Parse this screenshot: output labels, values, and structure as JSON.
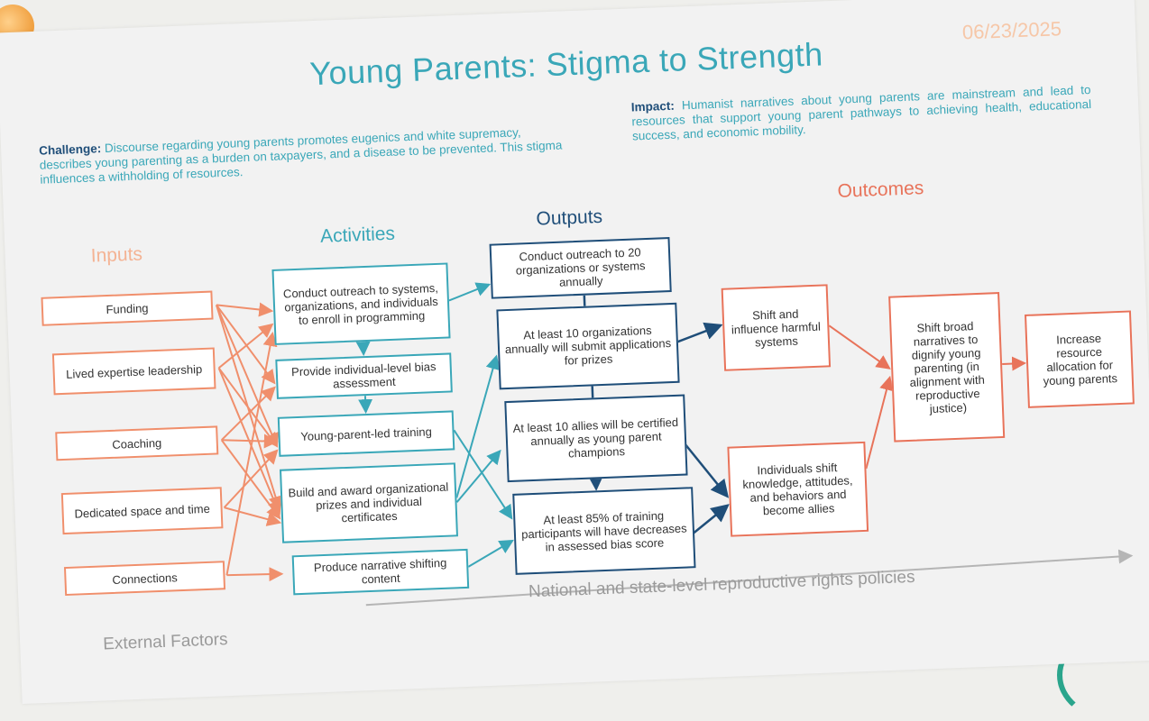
{
  "date": "06/23/2025",
  "title": "Young Parents: Stigma to Strength",
  "challenge": {
    "label": "Challenge:",
    "text": " Discourse regarding young parents promotes eugenics and white supremacy, describes young parenting as a burden on taxpayers, and a disease to be prevented. This stigma influences a withholding of resources."
  },
  "impact": {
    "label": "Impact:",
    "text": " Humanist narratives about young parents are mainstream and lead to resources that support young parent pathways to achieving health, educational success, and economic mobility."
  },
  "headers": {
    "inputs": "Inputs",
    "activities": "Activities",
    "outputs": "Outputs",
    "outcomes": "Outcomes"
  },
  "inputs": [
    "Funding",
    "Lived expertise leadership",
    "Coaching",
    "Dedicated space and time",
    "Connections"
  ],
  "activities": [
    "Conduct outreach to systems, organizations, and individuals to enroll in programming",
    "Provide individual-level bias assessment",
    "Young-parent-led training",
    "Build and award organizational prizes and individual certificates",
    "Produce narrative shifting content"
  ],
  "outputs": [
    "Conduct outreach to 20 organizations or systems annually",
    "At least 10 organizations annually will submit applications for prizes",
    "At least 10 allies will be certified annually as young parent champions",
    "At least 85% of training participants will have decreases in assessed bias score"
  ],
  "outcomes": {
    "systems": "Shift and influence harmful systems",
    "individuals": "Individuals shift knowledge, attitudes, and behaviors and become allies",
    "narratives": "Shift broad narratives to dignify young parenting (in alignment with reproductive justice)",
    "resources": "Increase resource allocation for young parents"
  },
  "external_factors": "External Factors",
  "policy_note": "National and state-level reproductive rights policies",
  "colors": {
    "inputs": "#f08f6c",
    "activities": "#3aa7b8",
    "outputs": "#1f4e79",
    "outcomes": "#e8735a"
  }
}
